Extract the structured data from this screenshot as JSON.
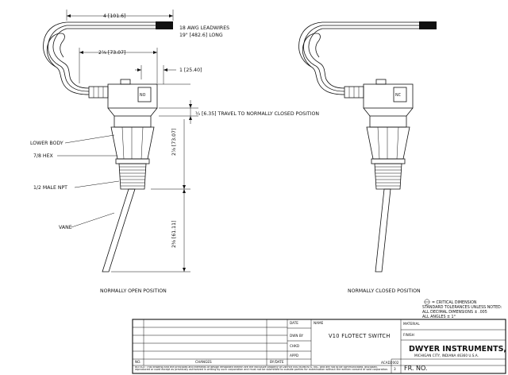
{
  "drawing": {
    "dims": {
      "overall_width": "4 [101.6]",
      "lead_label_1": "18 AWG LEADWIRES",
      "lead_label_2": "19\" [482.6] LONG",
      "body_width": "2⅞ [73.07]",
      "offset": "1 [25.40]",
      "travel": "¼ [6.35] TRAVEL TO NORMALLY CLOSED POSITION",
      "body_height": "2⅞ [73.07]",
      "vane_height": "2⅜ [61.11]"
    },
    "callouts": {
      "lower_body": "LOWER BODY",
      "hex": "7/8 HEX",
      "npt": "1/2 MALE NPT",
      "vane": "VANE"
    },
    "switch_marks": {
      "left": "NO",
      "right": "NC"
    },
    "captions": {
      "left": "NORMALLY OPEN POSITION",
      "right": "NORMALLY CLOSED POSITION"
    },
    "notes": {
      "critical": "= CRITICAL DIMENSION",
      "tol_1": "STANDARD TOLERANCES UNLESS NOTED:",
      "tol_2": "ALL DECIMAL DIMENSIONS ± .005",
      "tol_3": "ALL ANGLES ± 1°"
    }
  },
  "title_block": {
    "date_label": "DATE",
    "name_label": "NAME",
    "drawn_by_label": "DWN BY",
    "checked_label": "CHKD",
    "approved_label": "APPD",
    "title": "V10 FLOTECT SWITCH",
    "material_label": "MATERIAL",
    "finish_label": "FINISH",
    "company_name": "DWYER INSTRUMENTS, INC.",
    "company_address": "MICHIGAN CITY, INDIANA 46360   U.S.A.",
    "drawing_code": "ACAD2002",
    "sheet_size": "3",
    "fr_no_label": "FR. NO.",
    "no_label": "NO.",
    "changes_label": "CHANGES",
    "by_date_label": "BY/DATE",
    "notice": "NOTICE: This drawing and the principles and elements of design embodied therein are the exclusive property of DWYER INSTRUMENTS, INC. and are not to be communicated, disclosed, reproduced or used except as previously authorized in writing by such corporation and must not be submitted to outside parties for examination without the written consent of said corporation."
  }
}
